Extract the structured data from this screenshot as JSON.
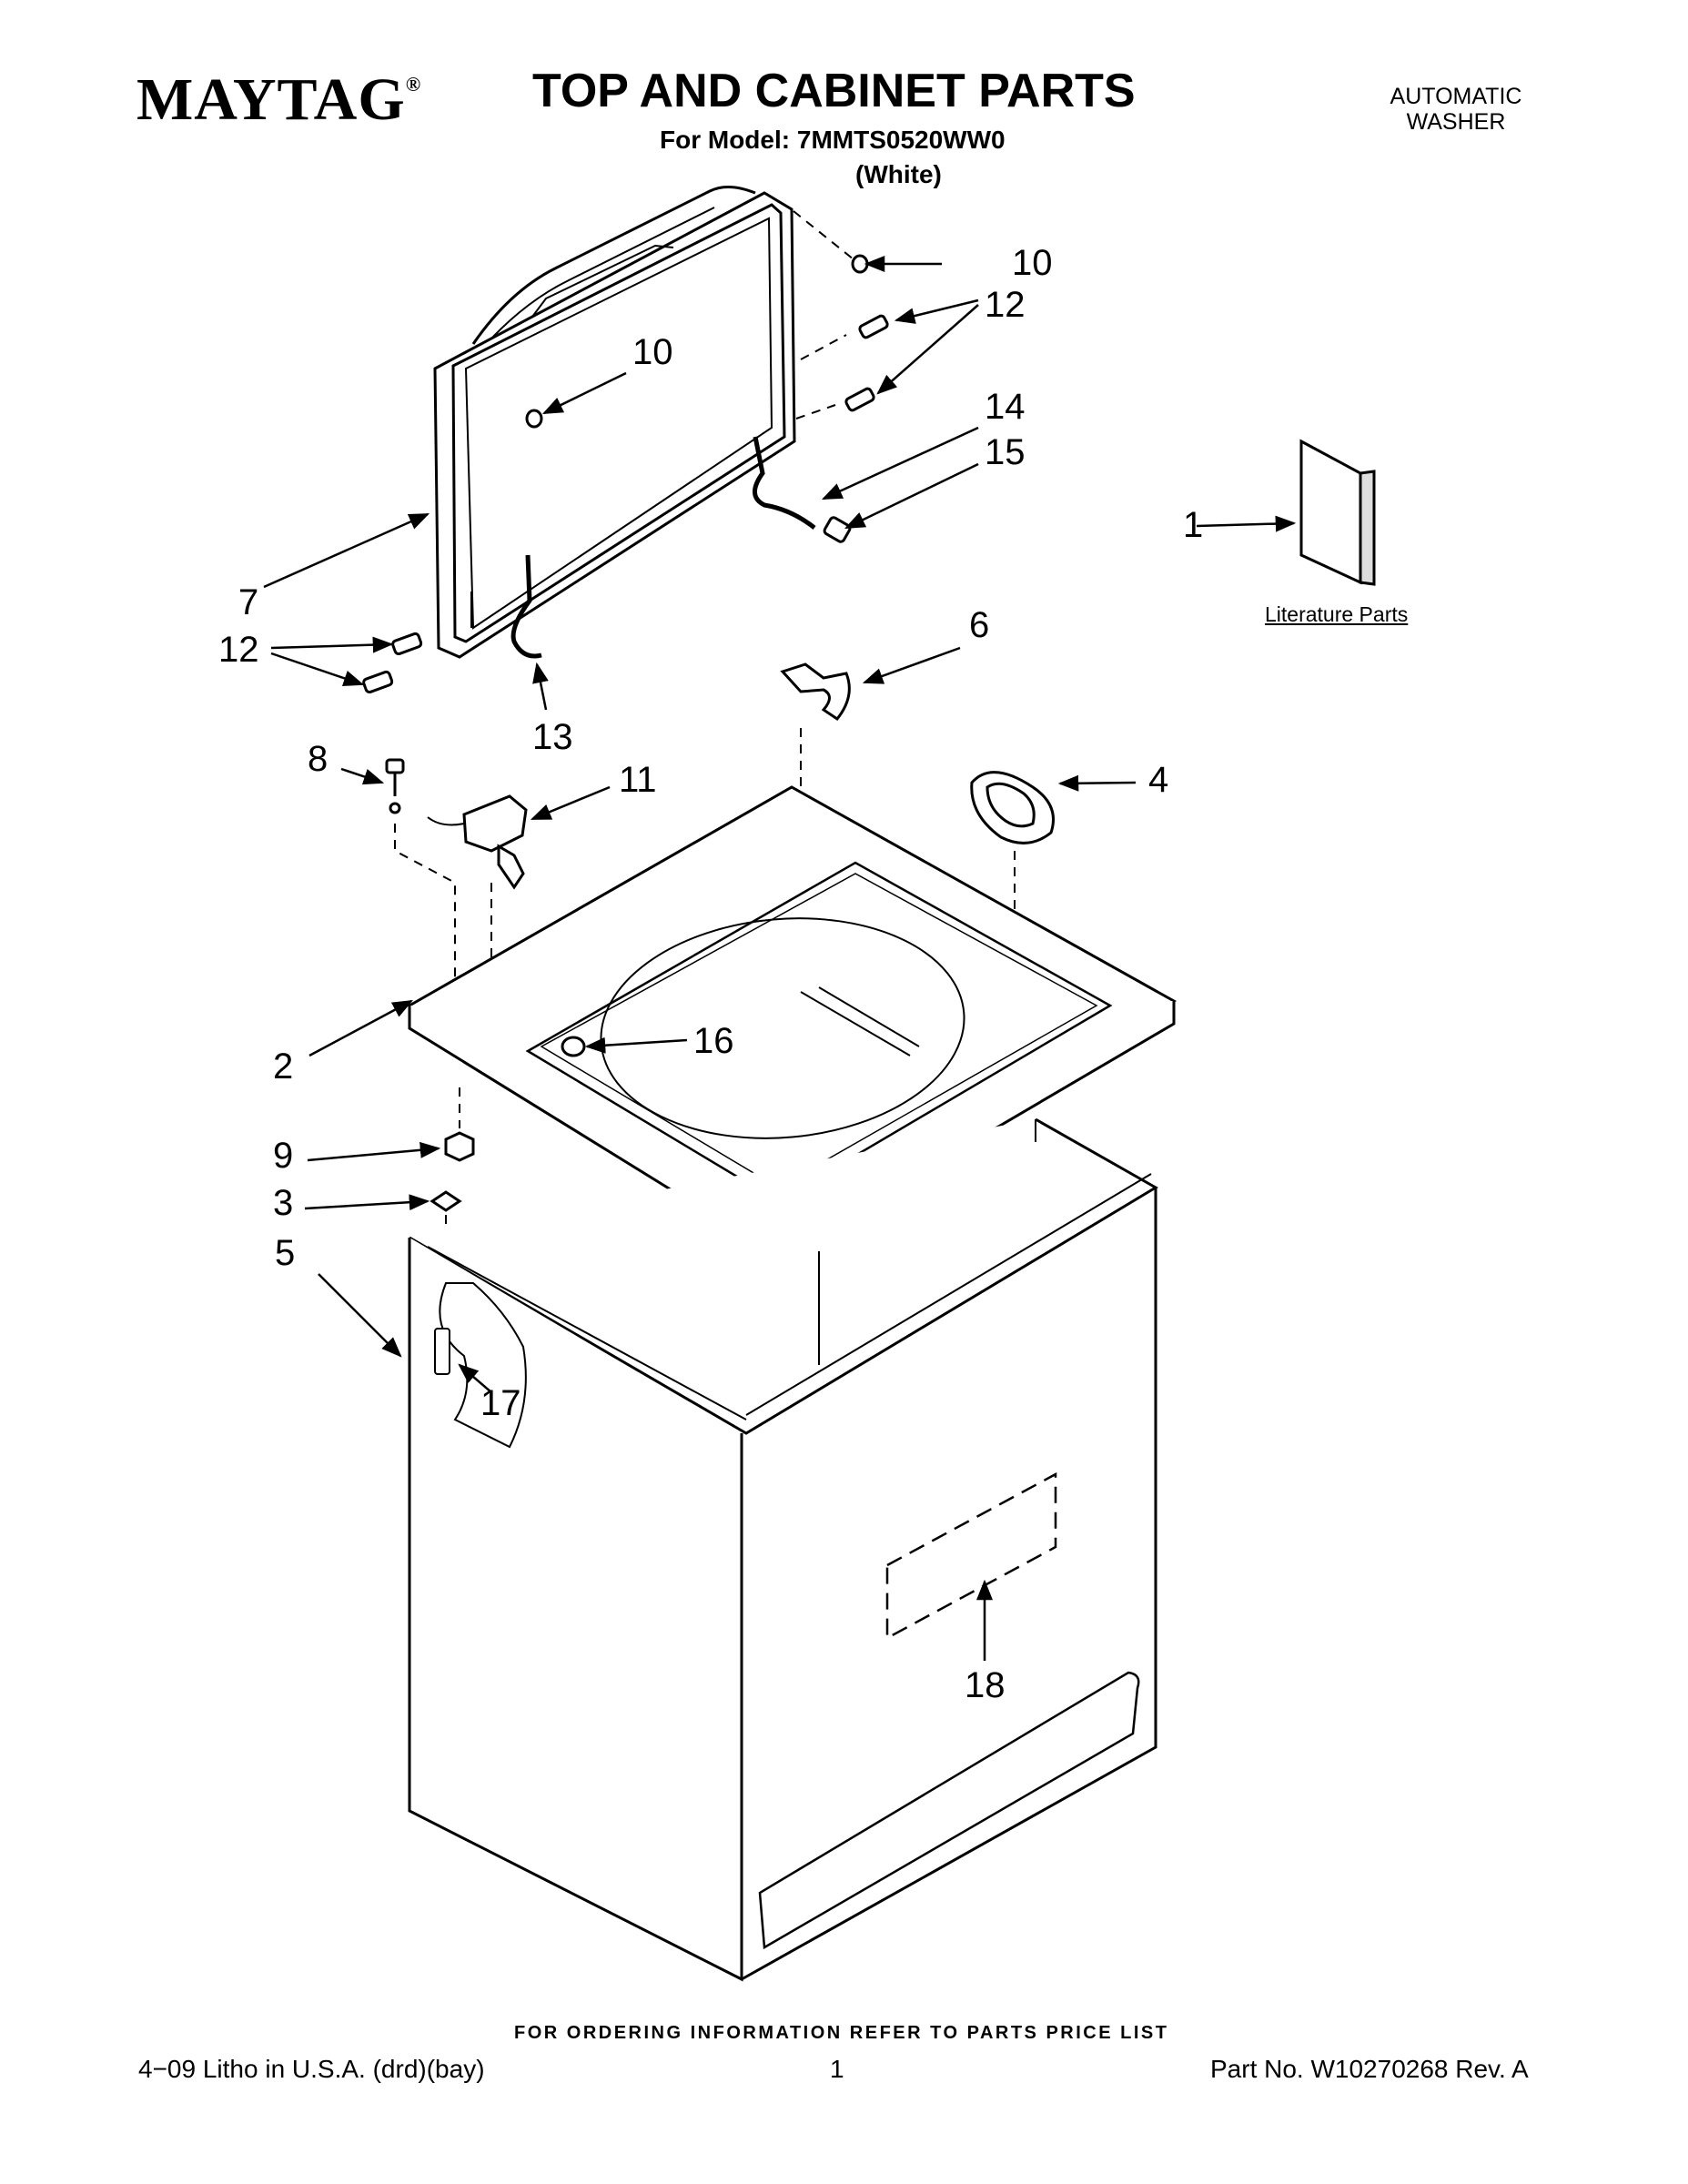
{
  "header": {
    "brand": "MAYTAG",
    "brand_mark": "®",
    "title": "TOP AND CABINET PARTS",
    "model_line": "For Model: 7MMTS0520WW0",
    "color_line": "(White)",
    "appliance_type_line1": "AUTOMATIC",
    "appliance_type_line2": "WASHER"
  },
  "diagram": {
    "literature_label": "Literature Parts",
    "callouts": {
      "c1": "1",
      "c2": "2",
      "c3": "3",
      "c4": "4",
      "c5": "5",
      "c6": "6",
      "c7": "7",
      "c8": "8",
      "c9": "9",
      "c10a": "10",
      "c10b": "10",
      "c11": "11",
      "c12a": "12",
      "c12b": "12",
      "c13": "13",
      "c14": "14",
      "c15": "15",
      "c16": "16",
      "c17": "17",
      "c18": "18"
    }
  },
  "footer": {
    "ordering_note": "FOR ORDERING INFORMATION REFER TO PARTS PRICE LIST",
    "litho": "4−09 Litho in U.S.A. (drd)(bay)",
    "page_number": "1",
    "part_number": "Part No. W10270268 Rev. A"
  }
}
